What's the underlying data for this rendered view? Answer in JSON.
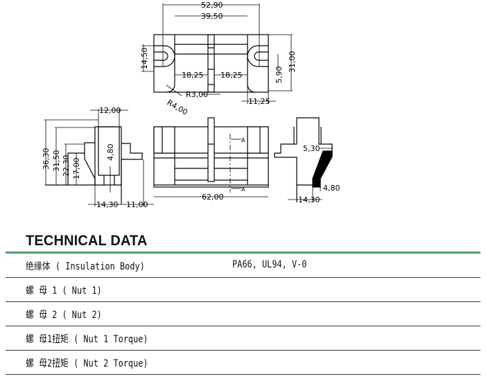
{
  "drawing": {
    "top_view": {
      "d1": "52,90",
      "d2": "39,50",
      "d3": "14,50",
      "d4": "31,00",
      "d5": "5,90",
      "d6": "18,25",
      "d7": "18,25",
      "d8": "R3,00",
      "d9": "R4,00",
      "d10": "11,25"
    },
    "side_view": {
      "d1": "12,00",
      "d2": "36,30",
      "d3": "31,50",
      "d4": "22,30",
      "d5": "17,00",
      "d6": "4,80",
      "d7": "14,30",
      "d8": "11,00"
    },
    "front_view": {
      "d1": "62,00",
      "sec1": "A",
      "sec2": "A"
    },
    "section_view": {
      "d1": "5,30",
      "d2": "4,80",
      "d3": "14,30"
    }
  },
  "technical_data": {
    "title": "TECHNICAL DATA",
    "rows": [
      {
        "label": "绝缘体 ( Insulation Body)",
        "value": "PA66, UL94, V-0"
      },
      {
        "label": "螺 母 1 ( Nut 1)",
        "value": ""
      },
      {
        "label": "螺 母 2 ( Nut 2)",
        "value": ""
      },
      {
        "label": "螺 母1扭矩 ( Nut 1 Torque)",
        "value": ""
      },
      {
        "label": "螺 母2扭矩 ( Nut 2 Torque)",
        "value": ""
      }
    ]
  },
  "colors": {
    "accent": "#4a9e6a"
  }
}
